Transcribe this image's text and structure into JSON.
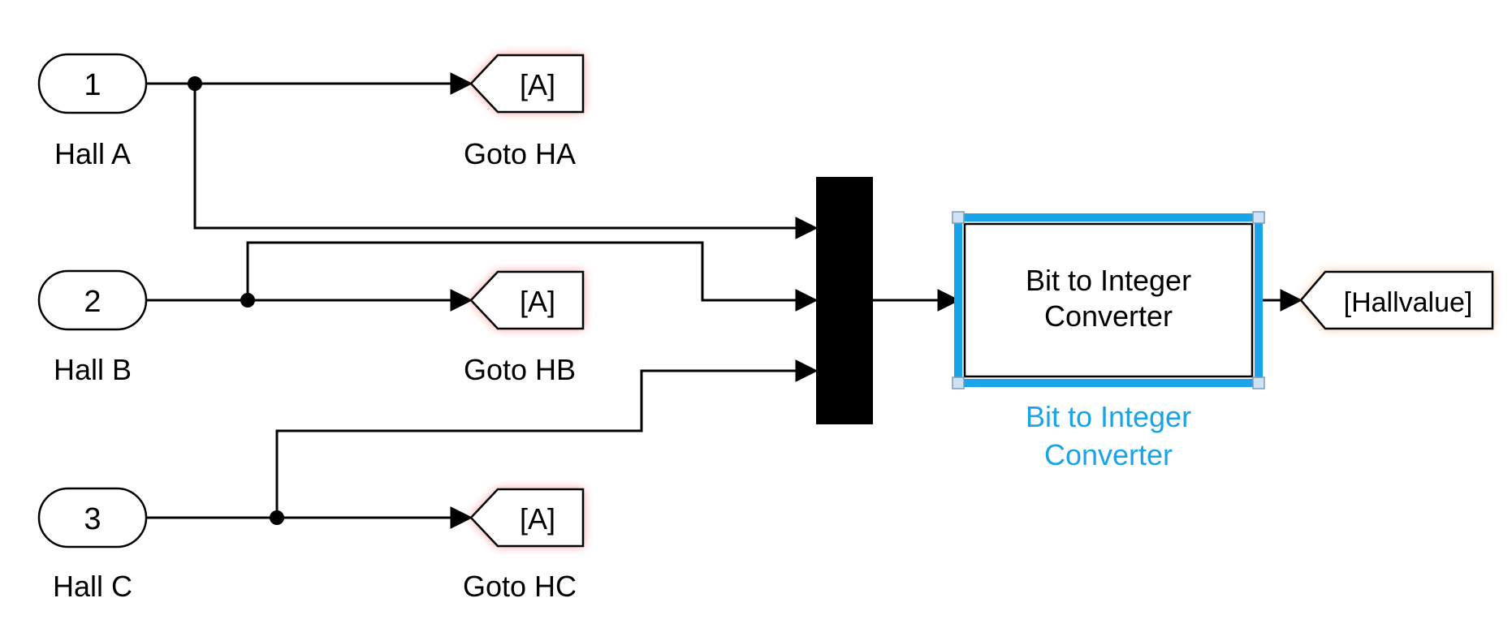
{
  "inports": [
    {
      "number": "1",
      "label": "Hall A"
    },
    {
      "number": "2",
      "label": "Hall B"
    },
    {
      "number": "3",
      "label": "Hall C"
    }
  ],
  "gotos": [
    {
      "tag": "[A]",
      "label": "Goto HA"
    },
    {
      "tag": "[A]",
      "label": "Goto HB"
    },
    {
      "tag": "[A]",
      "label": "Goto HC"
    }
  ],
  "converter": {
    "line1": "Bit to Integer",
    "line2": "Converter",
    "name_line1": "Bit to Integer",
    "name_line2": "Converter"
  },
  "output_goto": {
    "tag": "[Hallvalue]"
  },
  "colors": {
    "line": "#000000",
    "selection": "#1aa3e8",
    "goto_glow": "#ff6b6b",
    "output_glow": "#f5b27a",
    "handle": "#cfe2f3"
  }
}
